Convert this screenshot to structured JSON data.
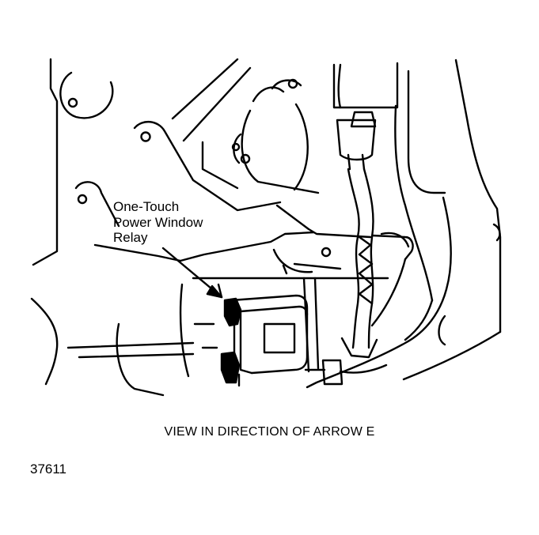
{
  "diagram": {
    "callout_lines": [
      "One-Touch",
      "Power Window",
      "Relay"
    ],
    "caption": "VIEW IN DIRECTION OF ARROW E",
    "figure_number": "37611",
    "line_color": "#000000",
    "background_color": "#ffffff"
  }
}
